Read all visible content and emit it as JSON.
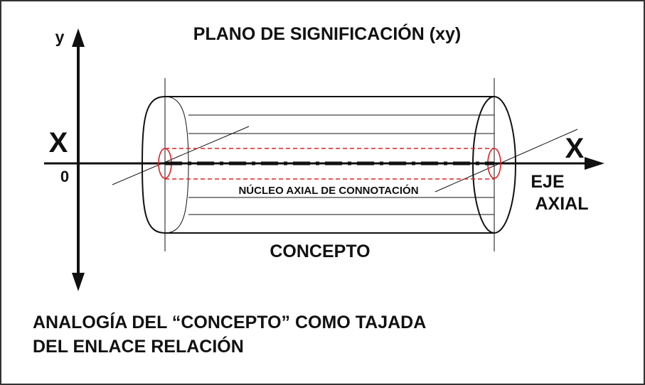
{
  "diagram": {
    "title": "PLANO DE SIGNIFICACIÓN (xy)",
    "y_axis_label": "y",
    "x_axis_label_left": "X",
    "x_axis_label_right": "X",
    "origin_label": "0",
    "axis_label_line1": "EJE",
    "axis_label_line2": "AXIAL",
    "core_label": "NÚCLEO AXIAL DE CONNOTACIÓN",
    "cylinder_label": "CONCEPTO",
    "caption_line1": "ANALOGÍA DEL “CONCEPTO” COMO TAJADA",
    "caption_line2": "DEL ENLACE RELACIÓN"
  },
  "colors": {
    "ink": "#111111",
    "core": "#e02020",
    "frame": "#333333"
  }
}
